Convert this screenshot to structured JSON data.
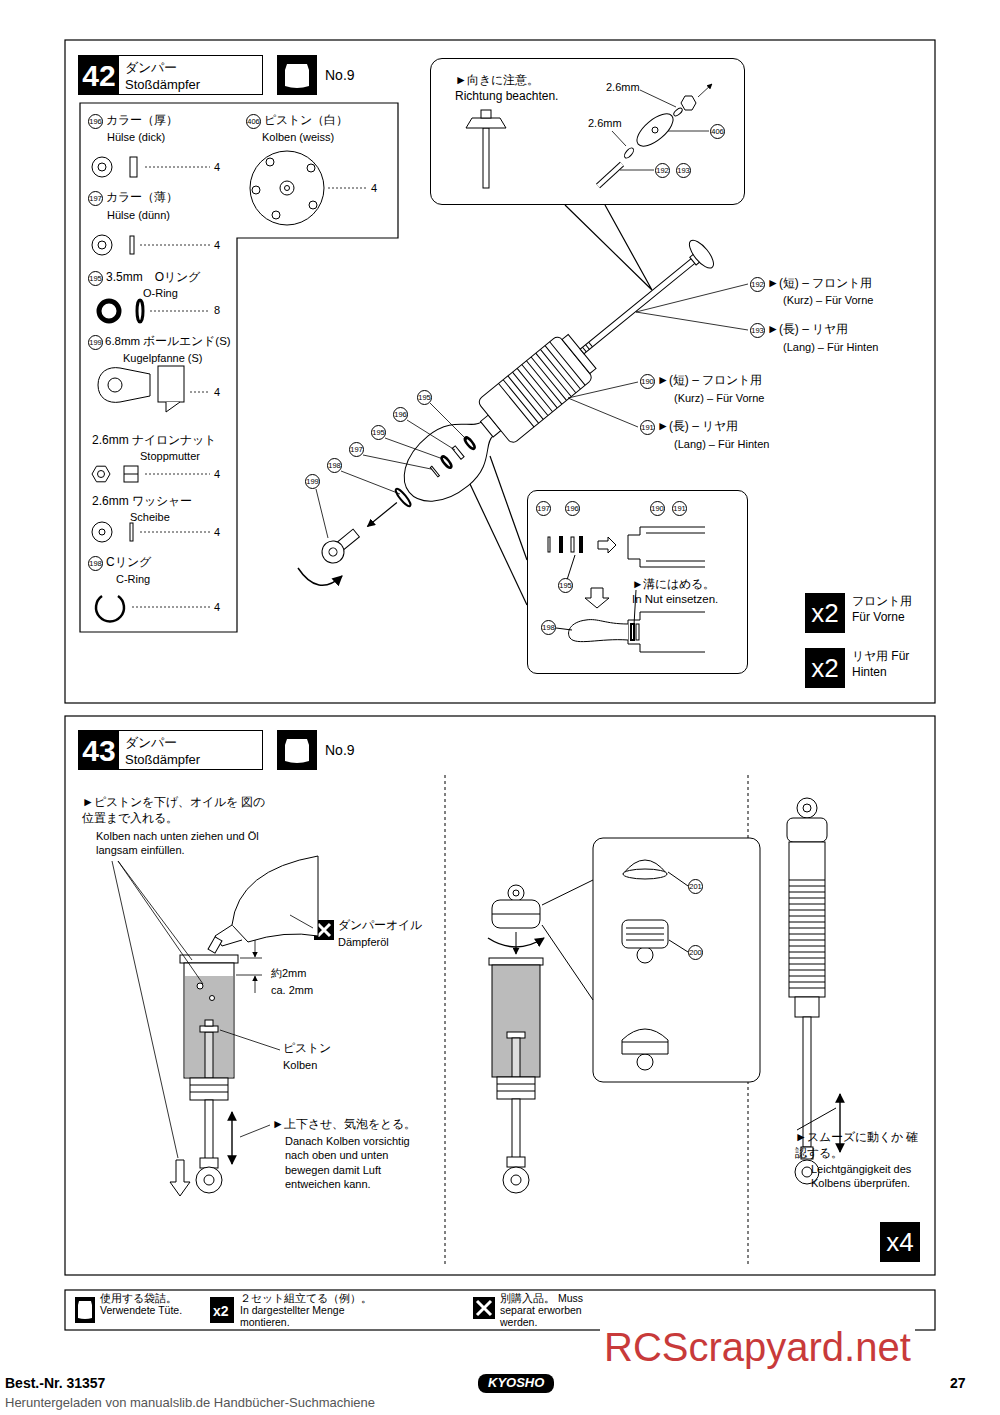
{
  "diagram": {
    "nodes": [
      {
        "text": [
          "42",
          "ダンパー Stoßdämpfer"
        ]
      },
      {
        "text": [
          "►向きに注意。 Richtung beachten."
        ]
      },
      {
        "text": [
          "►溝にはめる。 In Nut einsetzen."
        ]
      },
      {
        "text": [
          "x2",
          "フロント用 Für Vorne"
        ]
      },
      {
        "text": [
          "x2",
          "リヤ用 Für Hinten"
        ]
      },
      {
        "text": [
          "43",
          "ダンパー Stoßdämpfer"
        ]
      },
      {
        "text": [
          "x4"
        ]
      }
    ],
    "labels": [
      "No.9",
      "196",
      "カラー（厚）",
      "Hülse (dick)",
      "4",
      "406",
      "ピストン（白）",
      "Kolben (weiss)",
      "4",
      "197",
      "カラー（薄）",
      "Hülse (dünn)",
      "4",
      "195",
      "3.5mm　Oリング",
      "O-Ring",
      "8",
      "199",
      "6.8mm ボールエンド(S)",
      "Kugelpfanne (S)",
      "4",
      "2.6mm ナイロンナット",
      "Stoppmutter",
      "4",
      "2.6mm ワッシャー",
      "Scheibe",
      "4",
      "198",
      "Cリング",
      "C-Ring",
      "4",
      "2.6mm",
      "2.6mm",
      "406",
      "192",
      "193",
      "192",
      "►(短) – フロント用",
      "(Kurz) – Für Vorne",
      "193",
      "►(長) – リヤ用",
      "(Lang) – Für Hinten",
      "190",
      "►(短) – フロント用",
      "(Kurz) – Für Vorne",
      "191",
      "►(長) – リヤ用",
      "(Lang) – Für Hinten",
      "195",
      "196",
      "195",
      "197",
      "198",
      "199",
      "197",
      "196",
      "190",
      "191",
      "195",
      "198",
      "No.9",
      "►ピストンを下げ、オイルを 図の位置まで入れる。",
      "Kolben nach unten ziehen und Öl langsam einfüllen.",
      "ダンパーオイル",
      "Dämpferöl",
      "約2mm",
      "ca. 2mm",
      "ピストン",
      "Kolben",
      "►上下させ、気泡をとる。",
      "Danach Kolben vorsichtig nach oben und unten bewegen damit Luft entweichen kann.",
      "201",
      "200",
      "►スムーズに動くか 確認する。",
      "Leichtgängigkeit des Kolbens überprüfen.",
      "Best.-Nr. 31357",
      "KYOSHO",
      "27",
      "Heruntergeladen von manualslib.de Handbücher-Suchmachiene",
      "RCScrapyard.net",
      "x2"
    ],
    "legend": [
      {
        "text": "使用する袋詰。 Verwendete Tüte."
      },
      {
        "text": "２セット組立てる（例）。 In dargestellter Menge montieren."
      },
      {
        "text": "別購入品。 Muss separat erworben werden."
      }
    ]
  }
}
